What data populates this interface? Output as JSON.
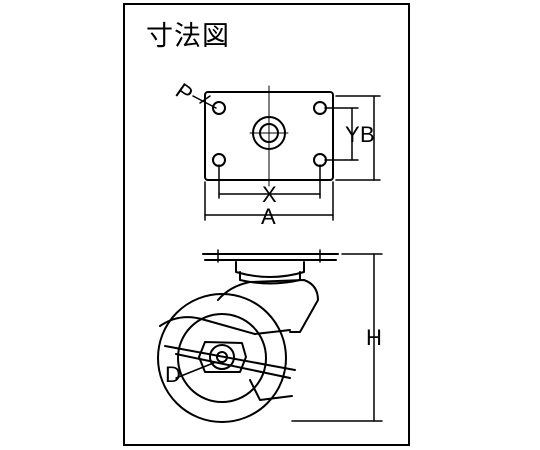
{
  "title": "寸法図",
  "labels": {
    "p": "P",
    "x": "X",
    "a": "A",
    "y": "Y",
    "b": "B",
    "h": "H",
    "d": "D"
  },
  "colors": {
    "line": "#000000",
    "background": "#ffffff"
  }
}
